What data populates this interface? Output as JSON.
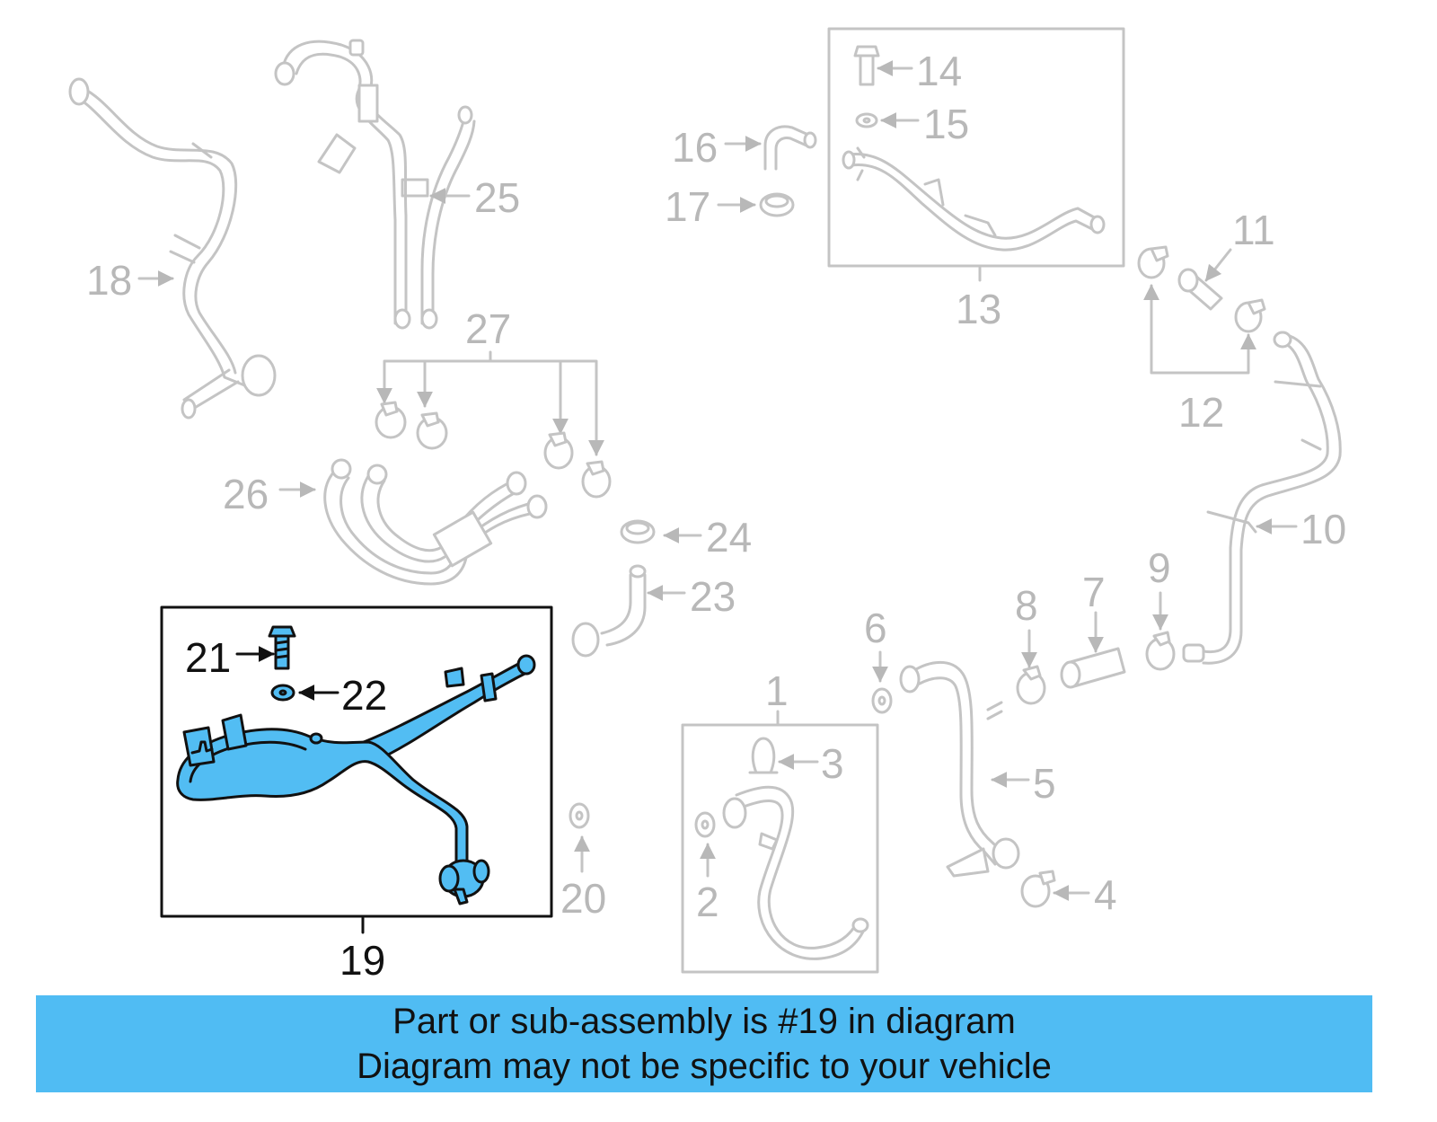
{
  "callouts": {
    "c1": "1",
    "c2": "2",
    "c3": "3",
    "c4": "4",
    "c5": "5",
    "c6": "6",
    "c7": "7",
    "c8": "8",
    "c9": "9",
    "c10": "10",
    "c11": "11",
    "c12": "12",
    "c13": "13",
    "c14": "14",
    "c15": "15",
    "c16": "16",
    "c17": "17",
    "c18": "18",
    "c19": "19",
    "c20": "20",
    "c21": "21",
    "c22": "22",
    "c23": "23",
    "c24": "24",
    "c25": "25",
    "c26": "26",
    "c27": "27"
  },
  "highlight_part": "19",
  "colors": {
    "highlight": "#52bdf3",
    "banner": "#50bcf3",
    "inactive": "#c4c4c4"
  },
  "banner": {
    "line1": "Part or sub-assembly is #19 in diagram",
    "line2": "Diagram may not be specific to your vehicle"
  }
}
